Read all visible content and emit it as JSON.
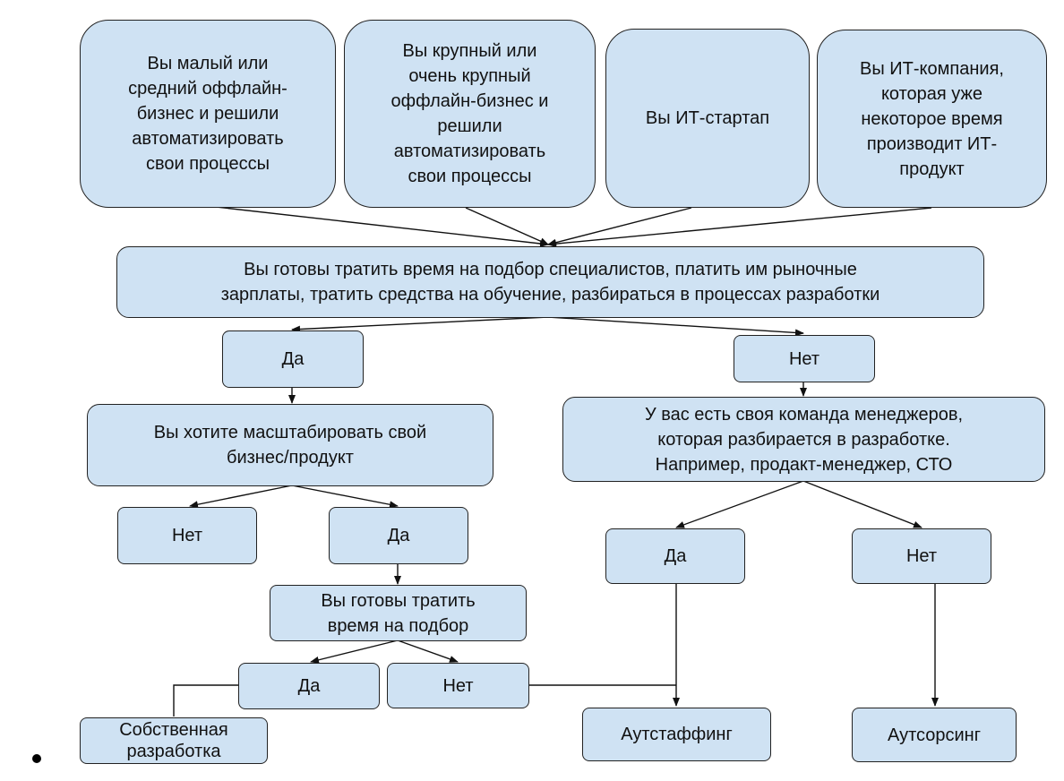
{
  "nodes": {
    "q_small_offline": "Вы малый или\nсредний оффлайн-\nбизнес и решили\nавтоматизировать\nсвои процессы",
    "q_large_offline": "Вы крупный или\nочень крупный\nоффлайн-бизнес и\nрешили\nавтоматизировать\nсвои процессы",
    "q_it_startup": "Вы ИТ-стартап",
    "q_it_company": "Вы ИТ-компания,\nкоторая уже\nнекоторое время\nпроизводит ИТ-\nпродукт",
    "q_ready_hire": "Вы готовы тратить время на подбор специалистов, платить им рыночные\nзарплаты, тратить средства на обучение, разбираться в процессах разработки",
    "a_yes_1": "Да",
    "a_no_1": "Нет",
    "q_scale": "Вы хотите масштабировать свой\nбизнес/продукт",
    "q_managers": "У вас есть своя команда менеджеров,\nкоторая разбирается в разработке.\nНапример, продакт-менеджер, СТО",
    "a_no_scale": "Нет",
    "a_yes_scale": "Да",
    "a_yes_managers": "Да",
    "a_no_managers": "Нет",
    "q_ready_select": "Вы готовы тратить\nвремя на подбор",
    "a_yes_select": "Да",
    "a_no_select": "Нет",
    "r_inhouse": "Собственная\nразработка",
    "r_outstaffing": "Аутстаффинг",
    "r_outsourcing": "Аутсорсинг"
  },
  "colors": {
    "box_fill": "#cfe2f3",
    "border": "#222222",
    "line": "#111111"
  }
}
